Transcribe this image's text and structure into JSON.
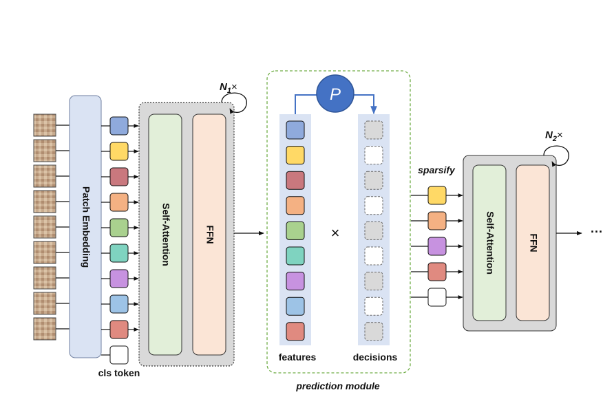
{
  "patch_embedding": {
    "label": "Patch Embedding"
  },
  "cls_token": {
    "label": "cls token"
  },
  "block1": {
    "repeat_label": "N",
    "repeat_sub": "1",
    "repeat_suffix": "×",
    "attention_label": "Self-Attention",
    "ffn_label": "FFN"
  },
  "prediction_module": {
    "title": "prediction module",
    "predictor_symbol": "P",
    "features_label": "features",
    "decisions_label": "decisions",
    "times_symbol": "×"
  },
  "sparsify": {
    "label": "sparsify"
  },
  "block2": {
    "repeat_label": "N",
    "repeat_sub": "2",
    "repeat_suffix": "×",
    "attention_label": "Self-Attention",
    "ffn_label": "FFN",
    "continuation": "···"
  },
  "colors": {
    "token_colors": [
      "#8faadc",
      "#ffd966",
      "#c9787e",
      "#f4b183",
      "#a9d18e",
      "#7fd3c0",
      "#c792e0",
      "#9dc3e6",
      "#e08a80"
    ],
    "sparse_token_colors": [
      "#ffd966",
      "#f4b183",
      "#c792e0",
      "#e08a80",
      "#ffffff"
    ],
    "patch_embedding_fill": "#dae3f3",
    "attention_fill": "#e2efd9",
    "ffn_fill": "#fbe5d6",
    "block_fill": "#d9d9d9",
    "predictor_fill": "#4472c4",
    "module_border": "#70ad47",
    "column_fill": "#dae3f3",
    "decision_fill": "#d9d9d9"
  }
}
